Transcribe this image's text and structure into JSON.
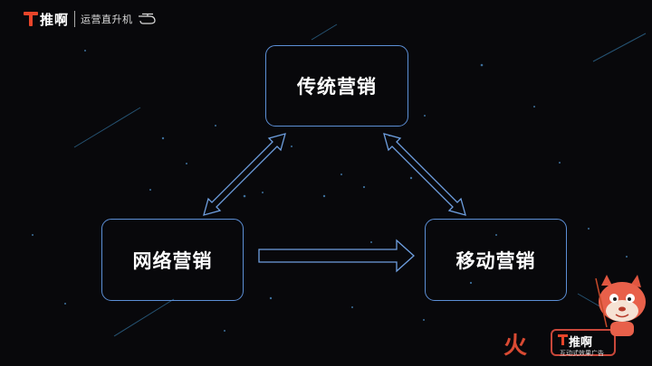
{
  "logo": {
    "brand": "推啊",
    "tagline": "运营直升机"
  },
  "diagram": {
    "nodes": [
      {
        "id": "top",
        "label": "传统营销"
      },
      {
        "id": "left",
        "label": "网络营销"
      },
      {
        "id": "right",
        "label": "移动营销"
      }
    ],
    "edges": [
      {
        "from": "top",
        "to": "left",
        "direction": "both"
      },
      {
        "from": "top",
        "to": "right",
        "direction": "both"
      },
      {
        "from": "left",
        "to": "right",
        "direction": "forward"
      }
    ]
  },
  "watermark": {
    "fire": "火",
    "brand": "推啊",
    "subtitle": "互动式效果广告"
  },
  "colors": {
    "background": "#08080b",
    "node_border": "#5c8fd6",
    "arrow_stroke": "#6e9fe0",
    "logo_accent": "#e8452a"
  }
}
